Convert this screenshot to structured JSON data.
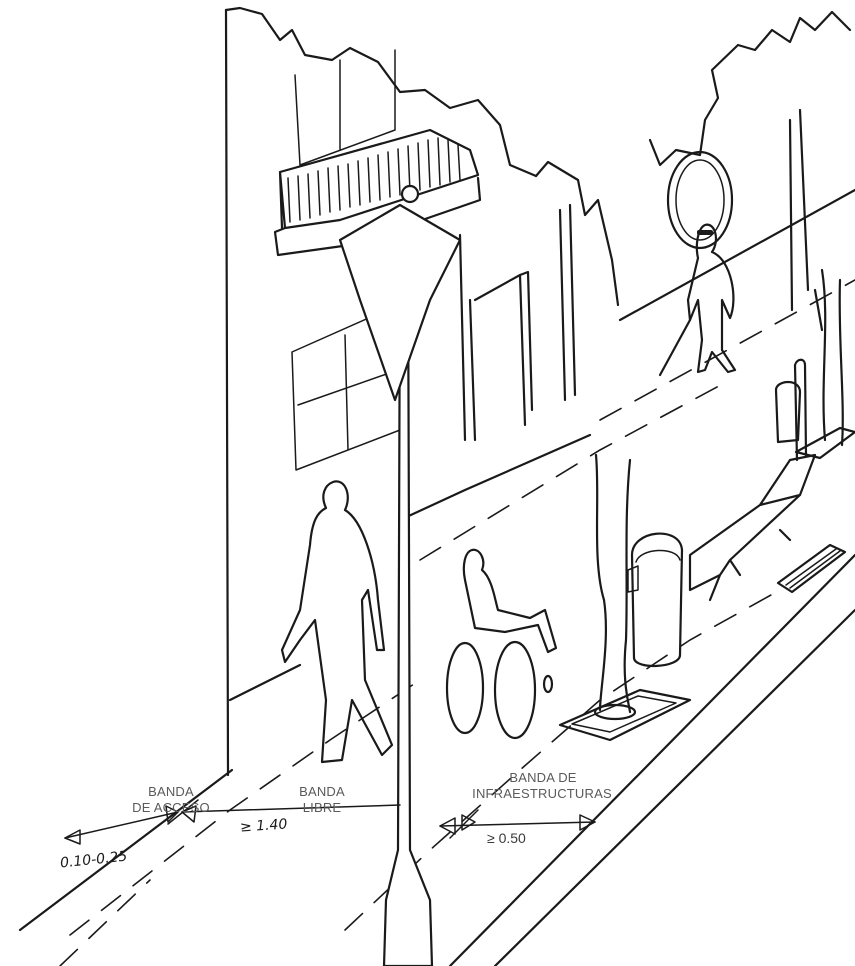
{
  "labels": {
    "banda_acceso_1": "BANDA",
    "banda_acceso_2": "DE ACCESO",
    "banda_libre_1": "BANDA",
    "banda_libre_2": "LIBRE",
    "banda_infra_1": "BANDA DE",
    "banda_infra_2": "INFRAESTRUCTURAS"
  },
  "measurements": {
    "acceso": "0.10-0.25",
    "libre": "≥ 1.40",
    "infra": "≥ 0.50"
  }
}
